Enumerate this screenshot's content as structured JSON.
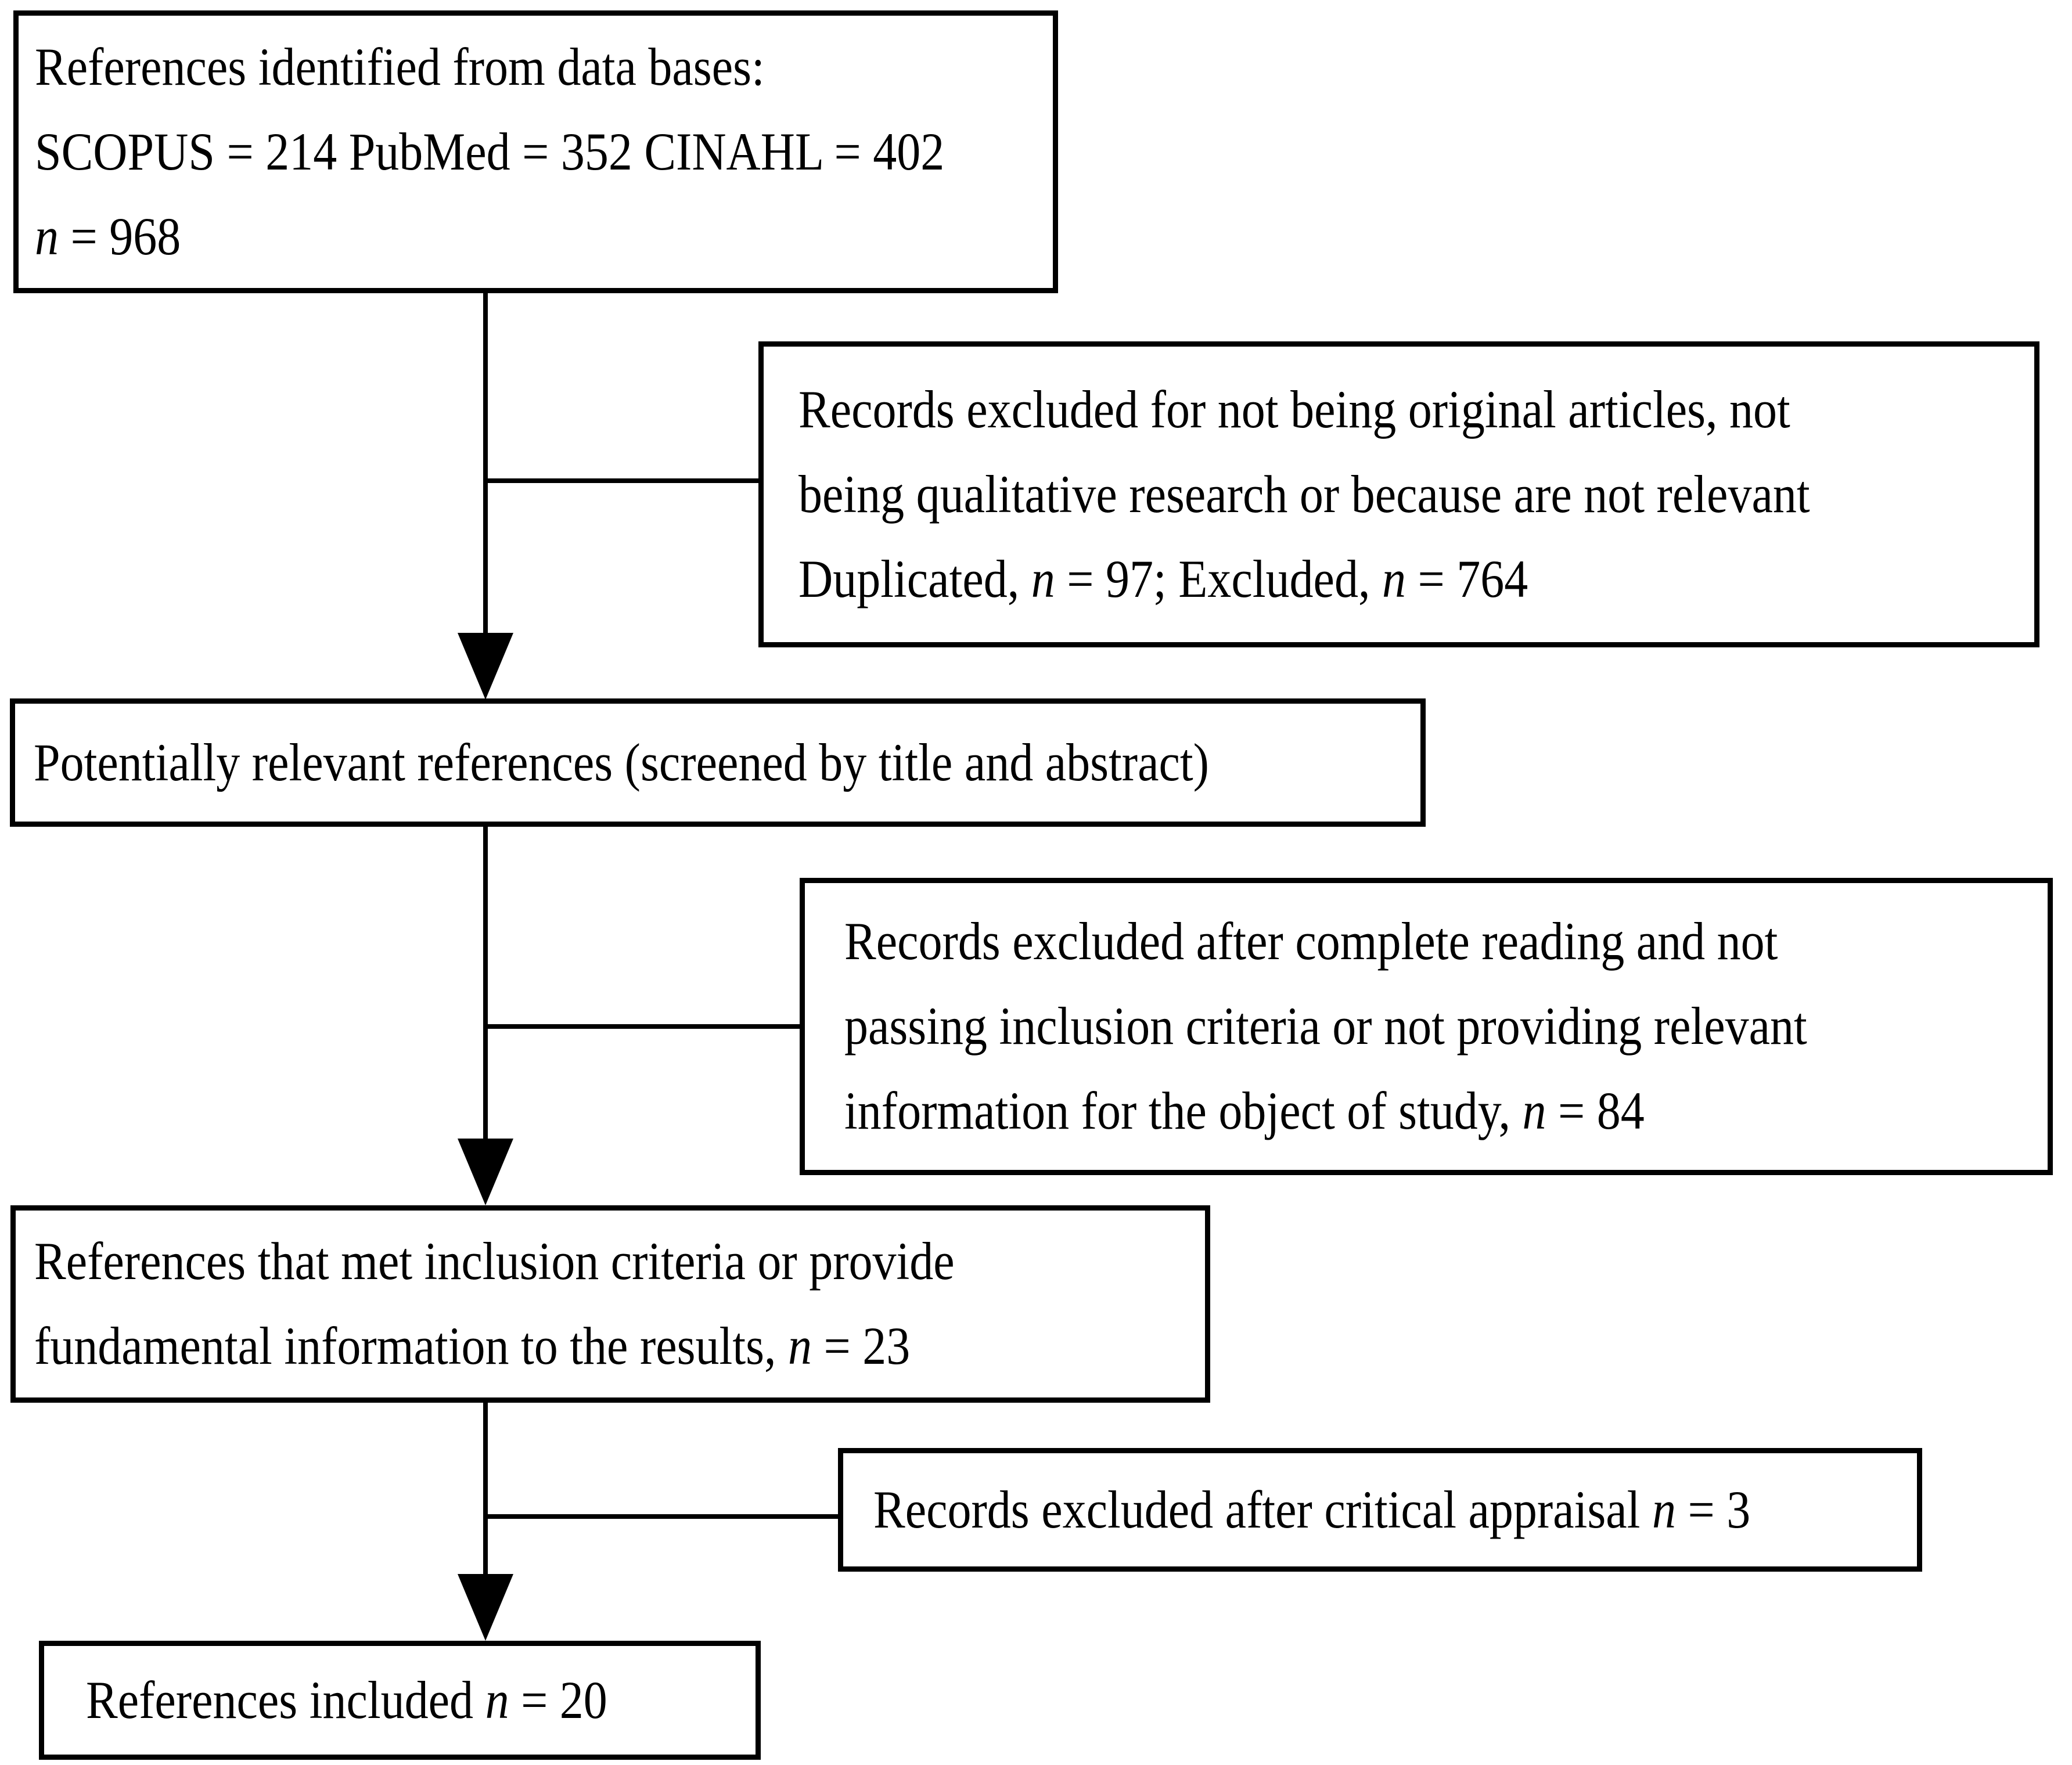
{
  "colors": {
    "background": "#ffffff",
    "line": "#000000",
    "text": "#000000"
  },
  "boxes": {
    "identified": {
      "lines": [
        [
          {
            "t": "References identified from data bases:"
          }
        ],
        [
          {
            "t": "SCOPUS = 214 PubMed = 352 CINAHL = 402"
          }
        ],
        [
          {
            "t": "n",
            "i": true
          },
          {
            "t": " = 968"
          }
        ]
      ]
    },
    "excluded_screening": {
      "lines": [
        [
          {
            "t": "Records excluded for not being original articles, not"
          }
        ],
        [
          {
            "t": "being qualitative research or because are not relevant"
          }
        ],
        [
          {
            "t": "Duplicated, "
          },
          {
            "t": "n",
            "i": true
          },
          {
            "t": " = 97; Excluded, "
          },
          {
            "t": "n",
            "i": true
          },
          {
            "t": " = 764"
          }
        ]
      ]
    },
    "screened": {
      "lines": [
        [
          {
            "t": "Potentially relevant references (screened by title and abstract)"
          }
        ]
      ]
    },
    "excluded_fulltext": {
      "lines": [
        [
          {
            "t": "Records excluded after complete reading and not"
          }
        ],
        [
          {
            "t": "passing inclusion criteria or not providing relevant"
          }
        ],
        [
          {
            "t": "information for the object of study, "
          },
          {
            "t": "n",
            "i": true
          },
          {
            "t": " = 84"
          }
        ]
      ]
    },
    "included_criteria": {
      "lines": [
        [
          {
            "t": "References that met inclusion criteria or provide"
          }
        ],
        [
          {
            "t": "fundamental information to the results, "
          },
          {
            "t": "n",
            "i": true
          },
          {
            "t": " = 23"
          }
        ]
      ]
    },
    "excluded_appraisal": {
      "lines": [
        [
          {
            "t": "Records excluded after critical appraisal "
          },
          {
            "t": "n",
            "i": true
          },
          {
            "t": " = 3"
          }
        ]
      ]
    },
    "included_final": {
      "lines": [
        [
          {
            "t": "References included "
          },
          {
            "t": "n",
            "i": true
          },
          {
            "t": " = 20"
          }
        ]
      ]
    }
  }
}
